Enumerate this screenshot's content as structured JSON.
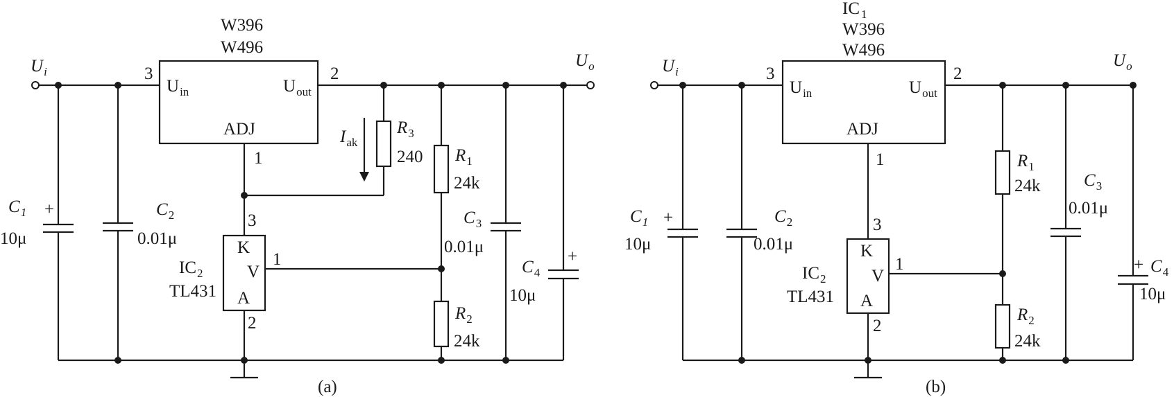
{
  "circuit_a": {
    "caption": "(a)",
    "ic1_line1": "W396",
    "ic1_line2": "W496",
    "pin_in": "3",
    "pin_out": "2",
    "pin_adj": "1",
    "uin": "U",
    "uin_sub": "in",
    "uout": "U",
    "uout_sub": "out",
    "adj": "ADJ",
    "ui": "U",
    "ui_sub": "i",
    "uo": "U",
    "uo_sub": "o",
    "c1_name": "C",
    "c1_sub": "1",
    "c1_val": "10μ",
    "c1_pol": "+",
    "c2_name": "C",
    "c2_sub": "2",
    "c2_val": "0.01μ",
    "c3_name": "C",
    "c3_sub": "3",
    "c3_val": "0.01μ",
    "c4_name": "C",
    "c4_sub": "4",
    "c4_val": "10μ",
    "c4_pol": "+",
    "r1_name": "R",
    "r1_sub": "1",
    "r1_val": "24k",
    "r2_name": "R",
    "r2_sub": "2",
    "r2_val": "24k",
    "r3_name": "R",
    "r3_sub": "3",
    "r3_val": "240",
    "iak": "I",
    "iak_sub": "ak",
    "ic2_name": "IC",
    "ic2_sub": "2",
    "ic2_part": "TL431",
    "k": "K",
    "v": "V",
    "a": "A",
    "pin_k": "3",
    "pin_v": "1",
    "pin_a": "2"
  },
  "circuit_b": {
    "caption": "(b)",
    "ic1_name": "IC",
    "ic1_sub": "1",
    "ic1_line1": "W396",
    "ic1_line2": "W496",
    "pin_in": "3",
    "pin_out": "2",
    "pin_adj": "1",
    "uin": "U",
    "uin_sub": "in",
    "uout": "U",
    "uout_sub": "out",
    "adj": "ADJ",
    "ui": "U",
    "ui_sub": "i",
    "uo": "U",
    "uo_sub": "o",
    "c1_name": "C",
    "c1_sub": "1",
    "c1_val": "10μ",
    "c1_pol": "+",
    "c2_name": "C",
    "c2_sub": "2",
    "c2_val": "0.01μ",
    "c3_name": "C",
    "c3_sub": "3",
    "c3_val": "0.01μ",
    "c4_name": "C",
    "c4_sub": "4",
    "c4_val": "10μ",
    "c4_pol": "+",
    "r1_name": "R",
    "r1_sub": "1",
    "r1_val": "24k",
    "r2_name": "R",
    "r2_sub": "2",
    "r2_val": "24k",
    "ic2_name": "IC",
    "ic2_sub": "2",
    "ic2_part": "TL431",
    "k": "K",
    "v": "V",
    "a": "A",
    "pin_k": "3",
    "pin_v": "1",
    "pin_a": "2"
  }
}
